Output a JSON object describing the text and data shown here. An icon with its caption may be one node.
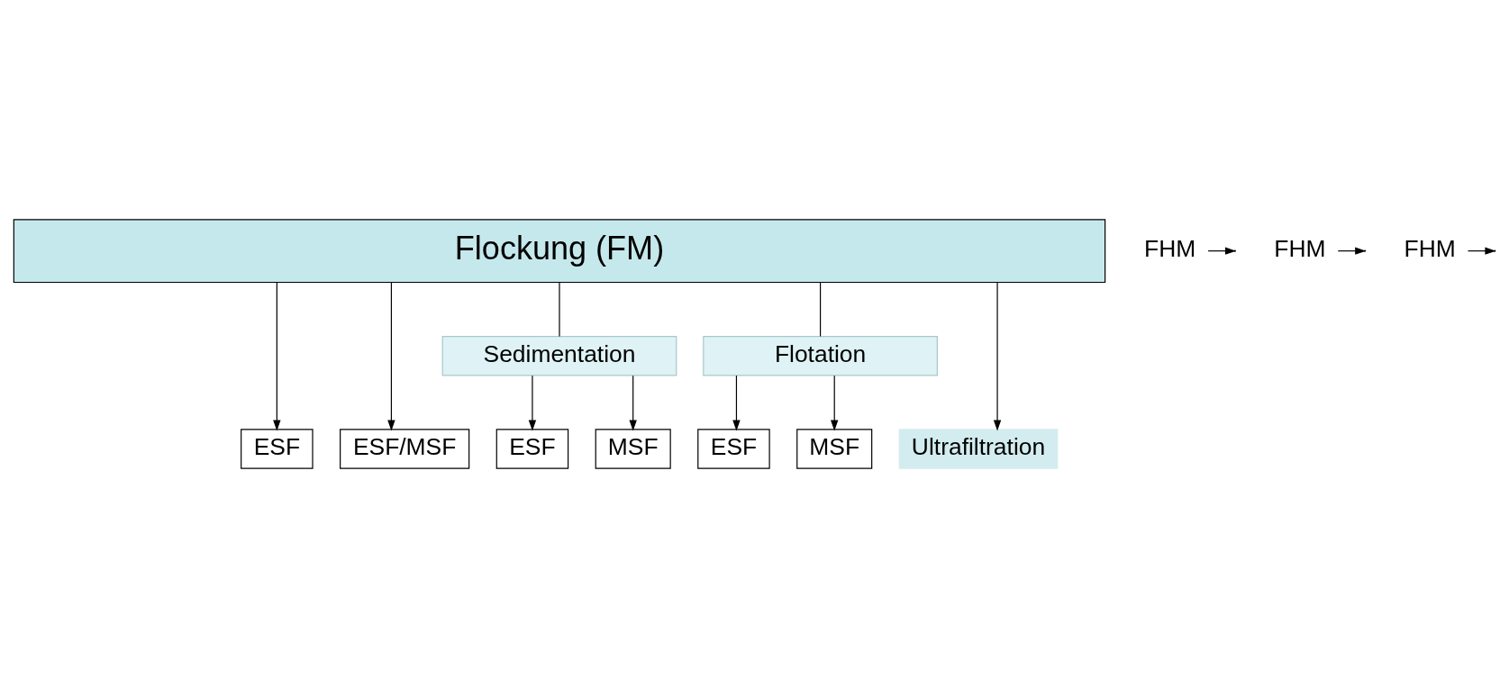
{
  "diagram": {
    "nodes": [
      {
        "text": [
          "Flockung (FM)"
        ]
      },
      {
        "text": [
          "FHM"
        ]
      },
      {
        "text": [
          "FHM"
        ]
      },
      {
        "text": [
          "FHM"
        ]
      },
      {
        "text": [
          "Sedimentation"
        ]
      },
      {
        "text": [
          "Flotation"
        ]
      },
      {
        "text": [
          "ESF"
        ]
      },
      {
        "text": [
          "ESF/MSF"
        ]
      },
      {
        "text": [
          "ESF"
        ]
      },
      {
        "text": [
          "MSF"
        ]
      },
      {
        "text": [
          "ESF"
        ]
      },
      {
        "text": [
          "MSF"
        ]
      },
      {
        "text": [
          "Ultrafiltration"
        ]
      }
    ],
    "edges": [
      {
        "from": 0,
        "to": 6,
        "arrow": "to"
      },
      {
        "from": 0,
        "to": 7,
        "arrow": "to"
      },
      {
        "from": 0,
        "to": 4,
        "arrow": "none"
      },
      {
        "from": 0,
        "to": 5,
        "arrow": "none"
      },
      {
        "from": 0,
        "to": 12,
        "arrow": "to"
      },
      {
        "from": 1,
        "to": null,
        "arrow": "to"
      },
      {
        "from": 2,
        "to": null,
        "arrow": "to"
      },
      {
        "from": 3,
        "to": null,
        "arrow": "to"
      },
      {
        "from": 4,
        "to": 8,
        "arrow": "to"
      },
      {
        "from": 4,
        "to": 9,
        "arrow": "to"
      },
      {
        "from": 5,
        "to": 10,
        "arrow": "to"
      },
      {
        "from": 5,
        "to": 11,
        "arrow": "to"
      }
    ]
  }
}
